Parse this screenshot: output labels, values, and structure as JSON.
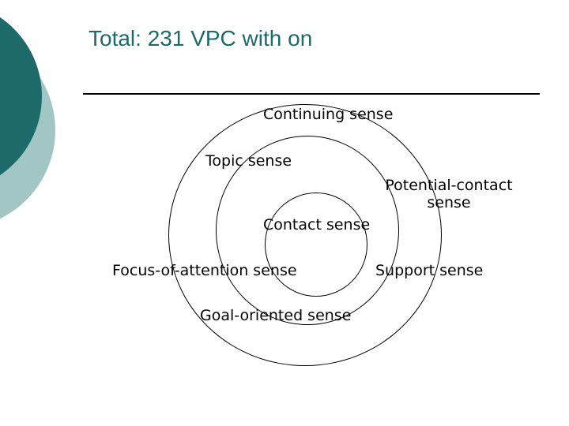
{
  "slide": {
    "title": "Total: 231 VPC with on",
    "colors": {
      "accent_dark_teal": "#1d6a6b",
      "accent_light_teal": "#a2c6c3",
      "line_black": "#000000"
    },
    "diagram": {
      "type": "concentric-circles",
      "labels": {
        "continuing": "Continuing sense",
        "topic": "Topic sense",
        "potential_contact": "Potential-contact sense",
        "contact": "Contact sense",
        "focus_of_attention": "Focus-of-attention sense",
        "support": "Support sense",
        "goal_oriented": "Goal-oriented sense"
      }
    }
  }
}
